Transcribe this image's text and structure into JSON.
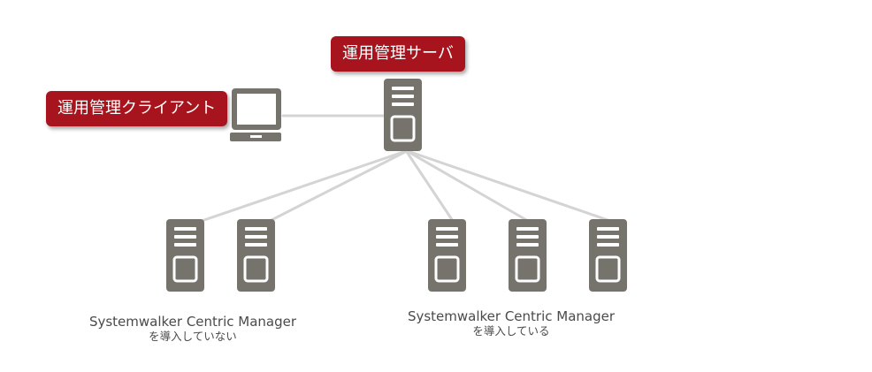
{
  "labels": {
    "server": "運用管理サーバ",
    "client": "運用管理クライアント"
  },
  "groups": {
    "not_installed": {
      "line1": "Systemwalker Centric Manager",
      "line2": "を導入していない"
    },
    "installed": {
      "line1": "Systemwalker Centric Manager",
      "line2": "を導入している"
    }
  },
  "colors": {
    "badge": "#a8141e",
    "device": "#76736c",
    "connector": "#d4d4d4",
    "caption": "#4a4a4a"
  },
  "icons": {
    "server": "server-icon",
    "client": "laptop-icon"
  }
}
